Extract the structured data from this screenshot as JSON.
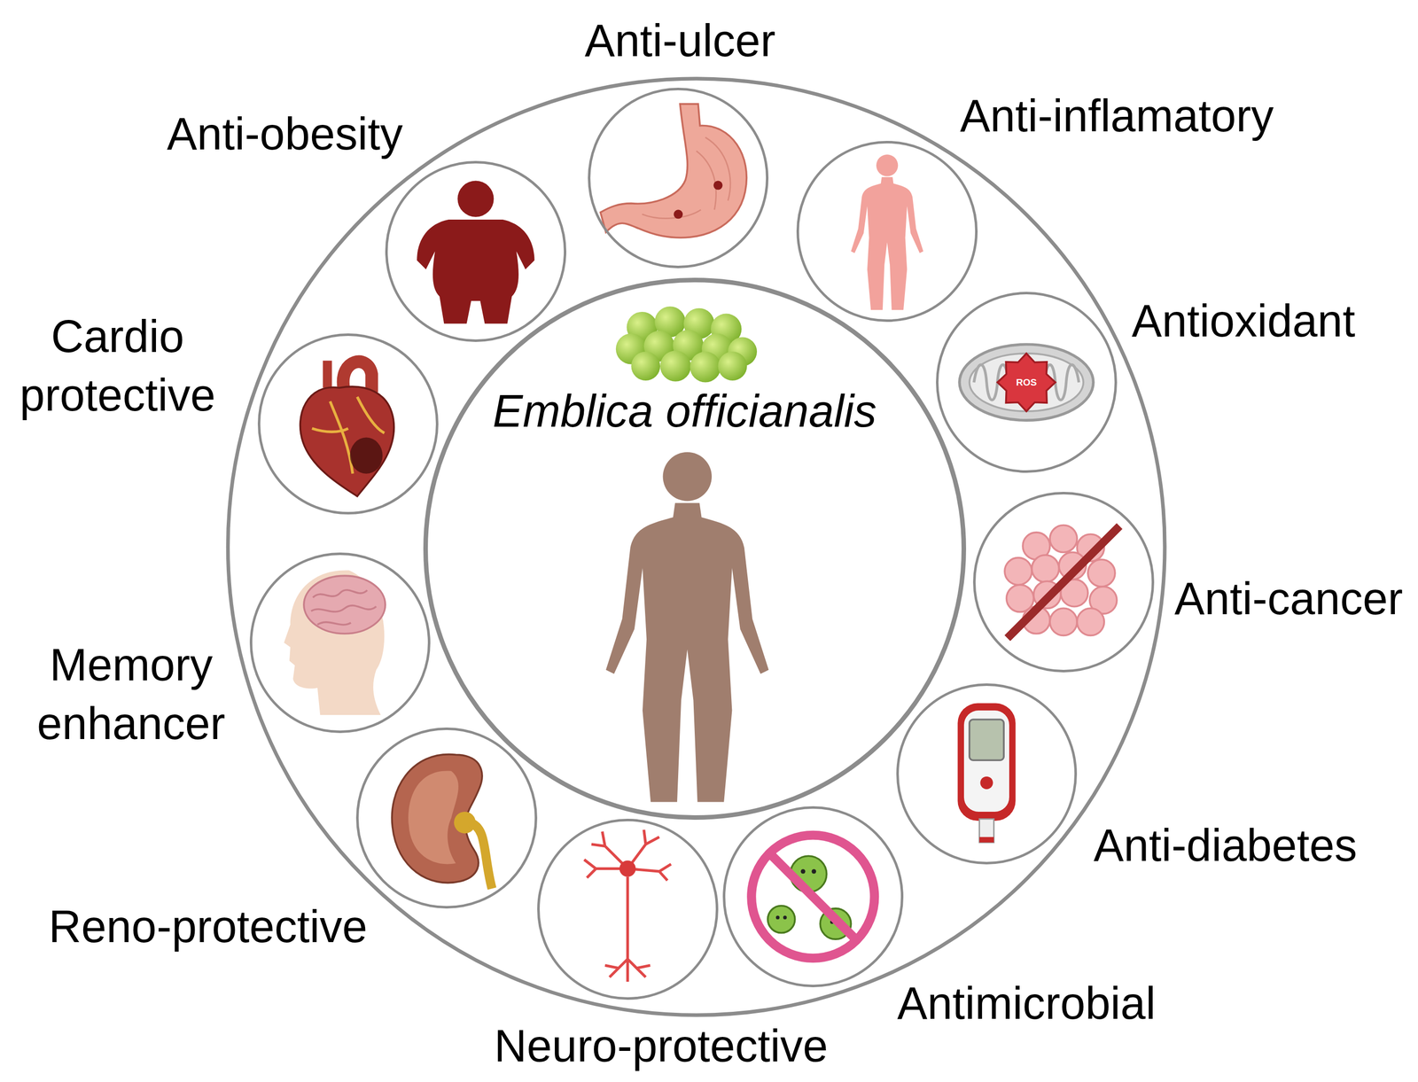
{
  "diagram": {
    "nodes": [
      {
        "text": [
          "Emblica officianalis"
        ]
      },
      {
        "text": [
          "Anti-ulcer"
        ]
      },
      {
        "text": [
          "Anti-inflamatory"
        ]
      },
      {
        "text": [
          "Antioxidant"
        ]
      },
      {
        "text": [
          "Anti-cancer"
        ]
      },
      {
        "text": [
          "Anti-diabetes"
        ]
      },
      {
        "text": [
          "Antimicrobial"
        ]
      },
      {
        "text": [
          "Neuro-protective"
        ]
      },
      {
        "text": [
          "Reno-protective"
        ]
      },
      {
        "text": [
          "Memory enhancer"
        ]
      },
      {
        "text": [
          "Cardio protective"
        ]
      },
      {
        "text": [
          "Anti-obesity"
        ]
      }
    ],
    "labels": [
      "ROS"
    ]
  }
}
